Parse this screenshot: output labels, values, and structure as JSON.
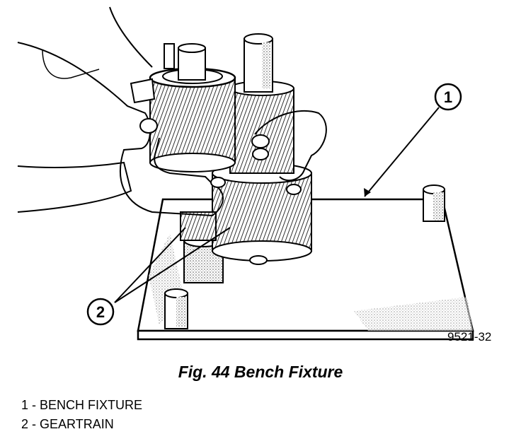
{
  "figure": {
    "callout_1": "1",
    "callout_2": "2",
    "figure_id": "9521-32"
  },
  "caption": "Fig. 44 Bench Fixture",
  "legend": [
    {
      "text": "1 - BENCH FIXTURE"
    },
    {
      "text": "2 - GEARTRAIN"
    }
  ]
}
